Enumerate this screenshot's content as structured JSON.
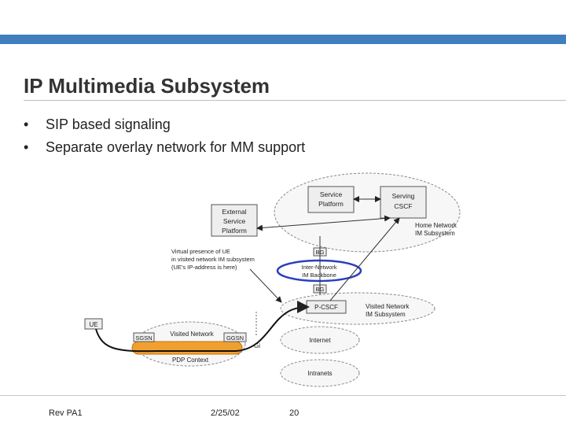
{
  "header": {
    "bar_color": "#3f7fbf"
  },
  "slide": {
    "title": "IP Multimedia Subsystem",
    "bullets": [
      "SIP based signaling",
      "Separate overlay network for MM support"
    ]
  },
  "diagram": {
    "service_platform": [
      "Service",
      "Platform"
    ],
    "serving_cscf": [
      "Serving",
      "CSCF"
    ],
    "external_service_platform": [
      "External",
      "Service",
      "Platform"
    ],
    "home_network": [
      "Home Network",
      "IM Subsystem"
    ],
    "virtual_presence": [
      "Virtual presence of UE",
      "in visited network IM subsystem",
      "(UE's IP-address is here)"
    ],
    "bg_top": "BG",
    "internetwork_backbone": [
      "Inter-Network",
      "IM Backbone"
    ],
    "bg_bottom": "BG",
    "pcscf": "P-CSCF",
    "visited_network_im": [
      "Visited Network",
      "IM Subsystem"
    ],
    "ue": "UE",
    "sgsn": "SGSN",
    "visited_network": "Visited Network",
    "ggsn": "GGSN",
    "gi": "Gi",
    "pdp_context": "PDP Context",
    "internet": "Internet",
    "intranets": "Intranets"
  },
  "footer": {
    "rev": "Rev PA1",
    "date": "2/25/02",
    "page": "20"
  },
  "colors": {
    "highlight_ellipse": "#2a3fbf",
    "pdp_tube": "#f0a030"
  }
}
